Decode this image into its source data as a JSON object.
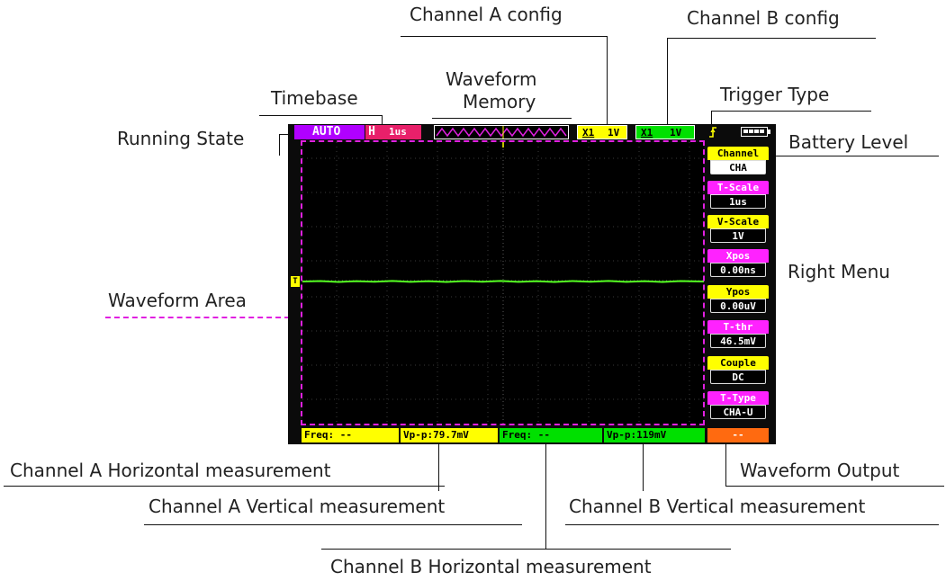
{
  "callouts": {
    "channel_a_config": "Channel A config",
    "channel_b_config": "Channel B config",
    "waveform_memory_line1": "Waveform",
    "waveform_memory_line2": "Memory",
    "timebase": "Timebase",
    "trigger_type": "Trigger Type",
    "running_state": "Running State",
    "battery_level": "Battery Level",
    "right_menu": "Right Menu",
    "waveform_area": "Waveform Area",
    "channel_a_horizontal": "Channel A Horizontal measurement",
    "channel_a_vertical": "Channel A Vertical measurement",
    "channel_b_vertical": "Channel B Vertical measurement",
    "channel_b_horizontal": "Channel B Horizontal measurement",
    "waveform_output": "Waveform Output"
  },
  "status_bar": {
    "run_state": "AUTO",
    "timebase_prefix": "H",
    "timebase_value": "1us",
    "channel_a": {
      "coupling": "X1",
      "scale": "1V",
      "color": "#ffff00"
    },
    "channel_b": {
      "coupling": "X1",
      "scale": "1V",
      "color": "#00e000"
    },
    "trigger_marker": "T"
  },
  "right_menu": [
    {
      "title": "Channel",
      "value": "CHA",
      "title_color": "#ffff00",
      "value_style": "white"
    },
    {
      "title": "T-Scale",
      "value": "1us",
      "title_color": "#ff22ff",
      "value_style": "dark"
    },
    {
      "title": "V-Scale",
      "value": "1V",
      "title_color": "#ffff00",
      "value_style": "dark"
    },
    {
      "title": "Xpos",
      "value": "0.00ns",
      "title_color": "#ff22ff",
      "value_style": "dark"
    },
    {
      "title": "Ypos",
      "value": "0.00uV",
      "title_color": "#ffff00",
      "value_style": "dark"
    },
    {
      "title": "T-thr",
      "value": "46.5mV",
      "title_color": "#ff22ff",
      "value_style": "dark"
    },
    {
      "title": "Couple",
      "value": "DC",
      "title_color": "#ffff00",
      "value_style": "dark"
    },
    {
      "title": "T-Type",
      "value": "CHA-U",
      "title_color": "#ff22ff",
      "value_style": "dark"
    }
  ],
  "measurements": {
    "cha_freq": "Freq: --",
    "cha_vpp": "Vp-p:79.7mV",
    "chb_freq": "Freq: --",
    "chb_vpp": "Vp-p:119mV",
    "output": "--"
  },
  "colors": {
    "channel_a": "#ffff00",
    "channel_b": "#00e000",
    "magenta": "#ff22ff",
    "run_state_bg": "#b000ff",
    "timebase_bg": "#e8206a",
    "output_bg": "#ff6a10",
    "trace": "#55ff22"
  }
}
